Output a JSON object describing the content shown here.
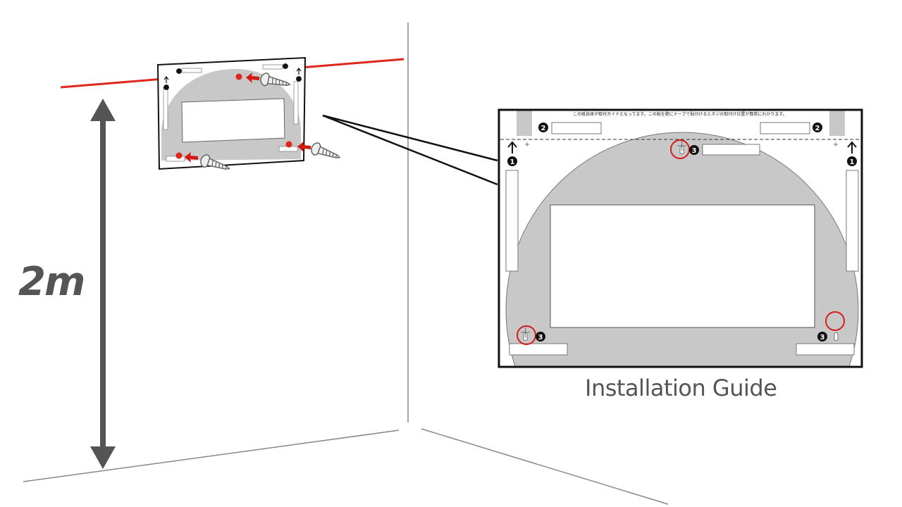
{
  "height_label": "2m",
  "guide": {
    "caption": "Installation Guide",
    "header_note": "この紙自体が取付ガイドとなってます。この紙を壁にテープで貼付けるとネジの取付け位置が簡単にわかります。",
    "step_numbers": {
      "one": "1",
      "two": "2",
      "three": "3"
    }
  },
  "colors": {
    "level_line": "#e0251b",
    "marker_dot": "#e0251b",
    "arrow": "#d21a12",
    "dimension_arrow": "#555555",
    "wall_line": "#888888",
    "template_gray": "#c8c8c8",
    "circle_highlight": "#d71a1a"
  },
  "icons": [
    "screw-icon",
    "up-arrow-icon",
    "red-arrow-icon",
    "step-number-badge"
  ]
}
